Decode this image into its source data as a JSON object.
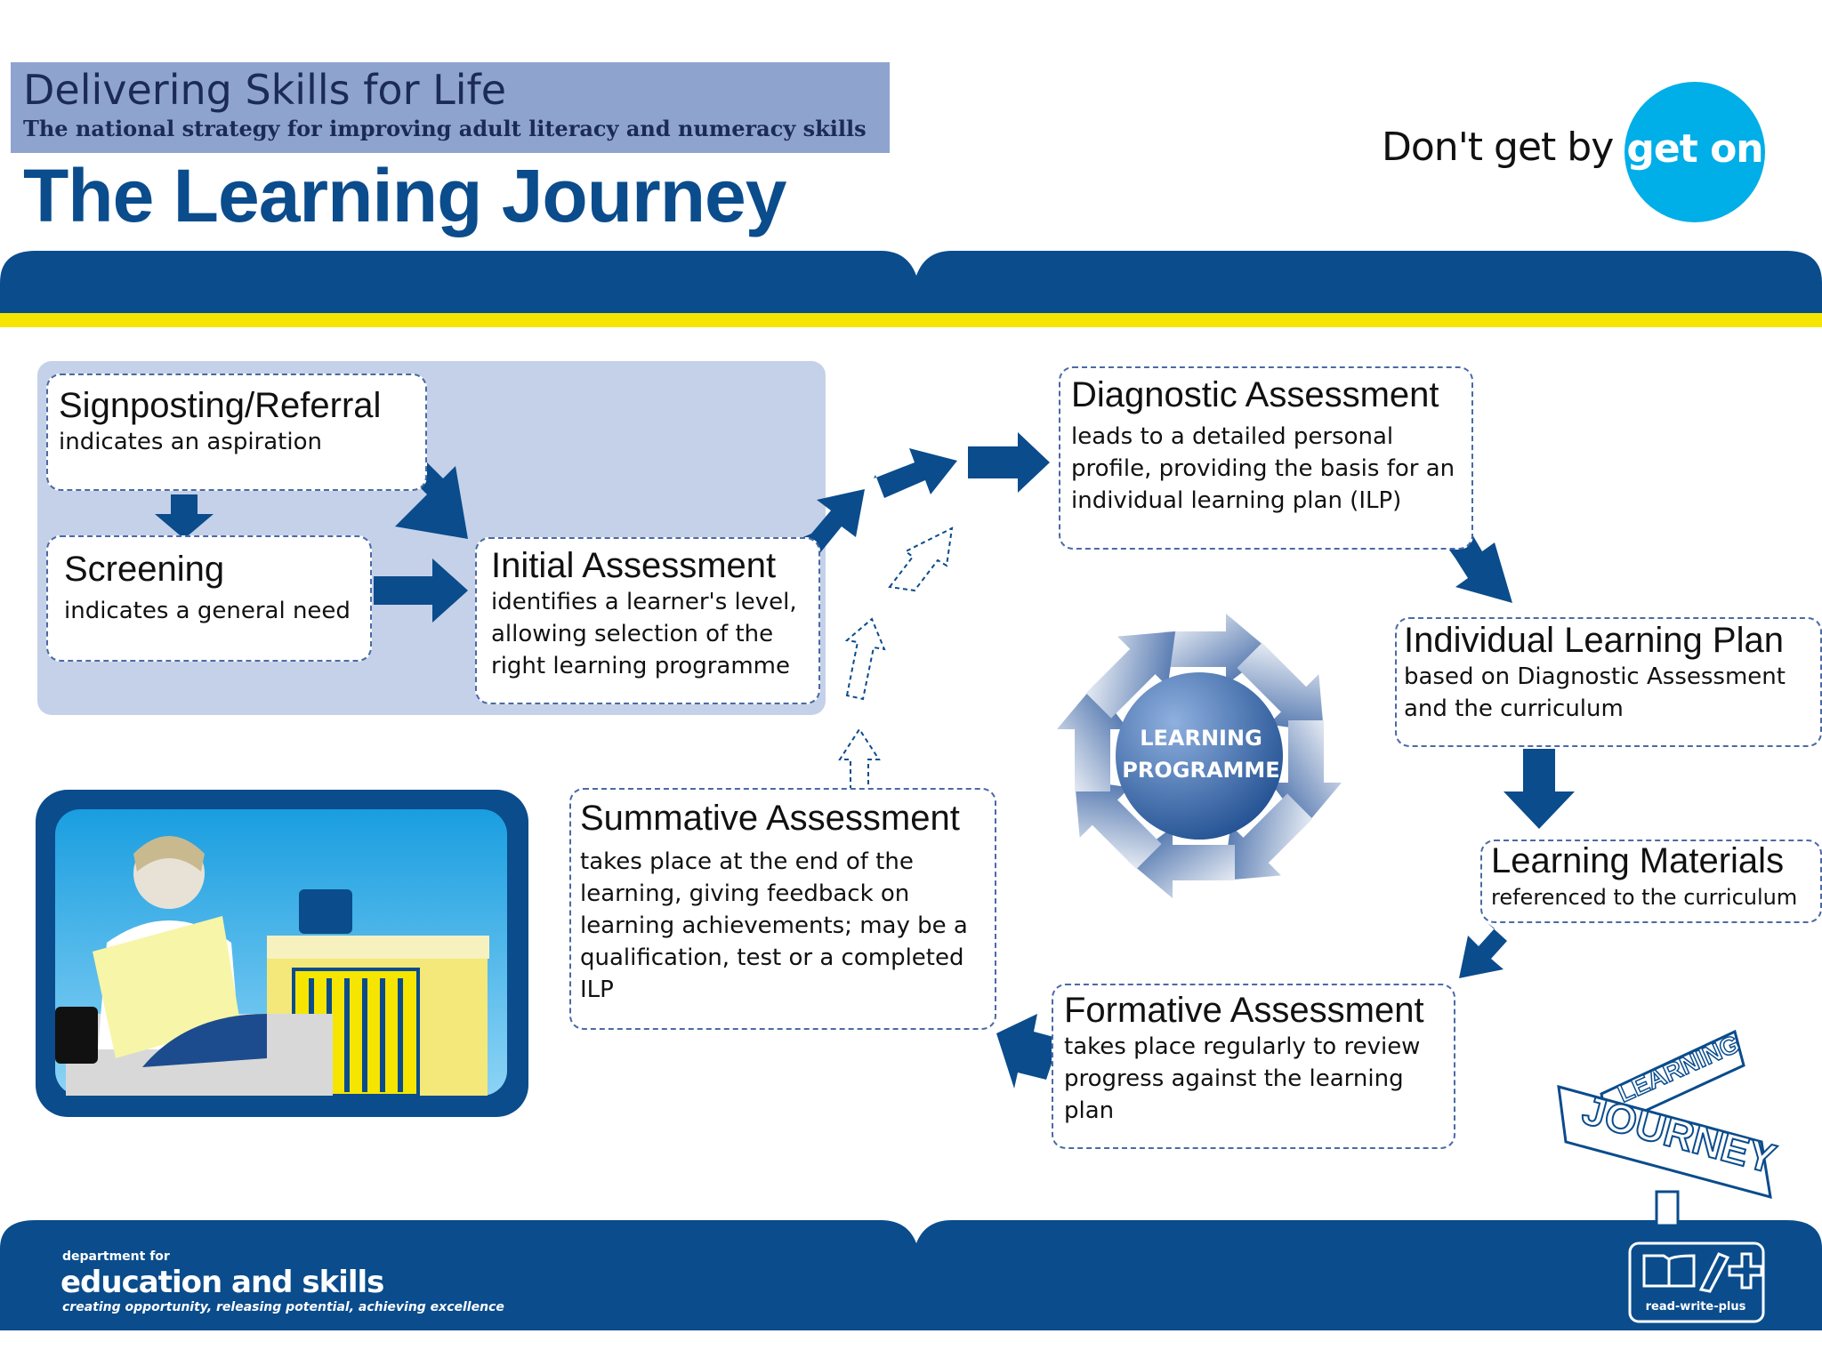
{
  "header": {
    "title": "Delivering Skills for Life",
    "subtitle": "The national strategy for improving adult literacy and numeracy skills",
    "main_title": "The Learning Journey"
  },
  "campaign": {
    "tagline": "Don't get by",
    "badge": "get on"
  },
  "stages": {
    "signposting": {
      "title": "Signposting/Referral",
      "desc": "indicates an aspiration"
    },
    "screening": {
      "title": "Screening",
      "desc": "indicates a general need"
    },
    "initial": {
      "title": "Initial Assessment",
      "desc": "identifies a learner's level, allowing selection of the right learning programme"
    },
    "diagnostic": {
      "title": "Diagnostic Assessment",
      "desc": "leads to a detailed personal profile, providing the basis for an individual learning plan (ILP)"
    },
    "ilp": {
      "title": "Individual Learning Plan",
      "desc": "based on Diagnostic Assessment and the curriculum"
    },
    "materials": {
      "title": "Learning Materials",
      "desc": "referenced to the curriculum"
    },
    "formative": {
      "title": "Formative Assessment",
      "desc": "takes place regularly to review progress against the learning plan"
    },
    "summative": {
      "title": "Summative Assessment",
      "desc": "takes place at the end of the learning, giving feedback on learning achievements; may be a qualification, test or a completed ILP"
    }
  },
  "cycle": {
    "label": "LEARNING PROGRAMME"
  },
  "sign": {
    "top": "LEARNING",
    "bottom": "JOURNEY"
  },
  "footer": {
    "dept_small": "department for",
    "dept_name": "education and skills",
    "dept_tagline": "creating opportunity, releasing potential, achieving excellence",
    "rwp_label": "read-write-plus"
  },
  "colors": {
    "navy": "#0a4c8c",
    "yellow": "#f5e500",
    "light_blue": "#c5d1e8",
    "cyan": "#00aee8",
    "box_border": "#4a6aa6"
  }
}
